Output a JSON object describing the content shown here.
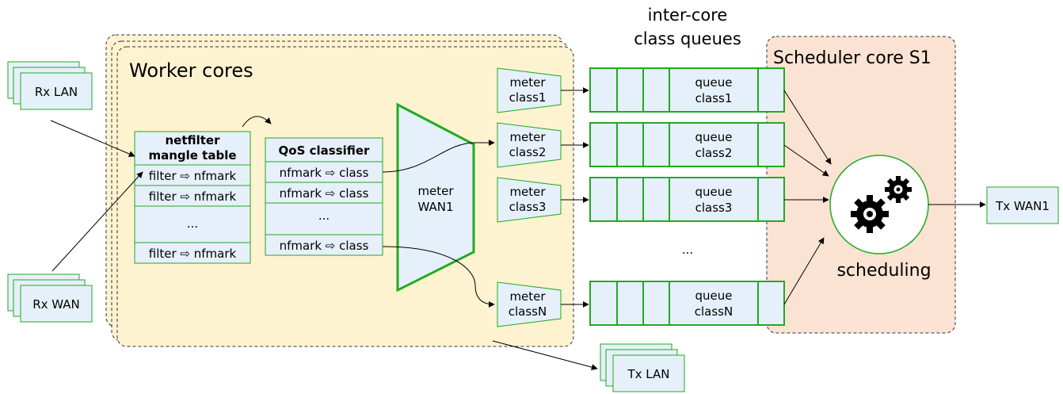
{
  "header": {
    "line1": "inter-core",
    "line2": "class queues"
  },
  "worker": {
    "title": "Worker cores"
  },
  "scheduler": {
    "title": "Scheduler core S1",
    "label": "scheduling"
  },
  "inputs": {
    "rx_lan": "Rx LAN",
    "rx_wan": "Rx WAN"
  },
  "outputs": {
    "tx_lan": "Tx LAN",
    "tx_wan1": "Tx WAN1"
  },
  "netfilter": {
    "title_line1": "netfilter",
    "title_line2": "mangle table",
    "rows": [
      "filter ⇨ nfmark",
      "filter ⇨ nfmark",
      "...",
      "filter ⇨ nfmark"
    ]
  },
  "qos": {
    "title": "QoS classifier",
    "rows": [
      "nfmark ⇨ class",
      "nfmark ⇨ class",
      "...",
      "nfmark ⇨ class"
    ]
  },
  "meter_wan": {
    "line1": "meter",
    "line2": "WAN1"
  },
  "meters": [
    {
      "line1": "meter",
      "line2": "class1"
    },
    {
      "line1": "meter",
      "line2": "class2"
    },
    {
      "line1": "meter",
      "line2": "class3"
    },
    {
      "line1": "meter",
      "line2": "classN"
    }
  ],
  "queues": [
    {
      "line1": "queue",
      "line2": "class1"
    },
    {
      "line1": "queue",
      "line2": "class2"
    },
    {
      "line1": "queue",
      "line2": "class3"
    },
    {
      "line1": "queue",
      "line2": "classN"
    }
  ],
  "ellipsis": "...",
  "colors": {
    "green": "#22aa22",
    "box_fill": "#e6f0fa",
    "worker_fill": "#fdf3d0",
    "scheduler_fill": "#fbe3d3"
  }
}
